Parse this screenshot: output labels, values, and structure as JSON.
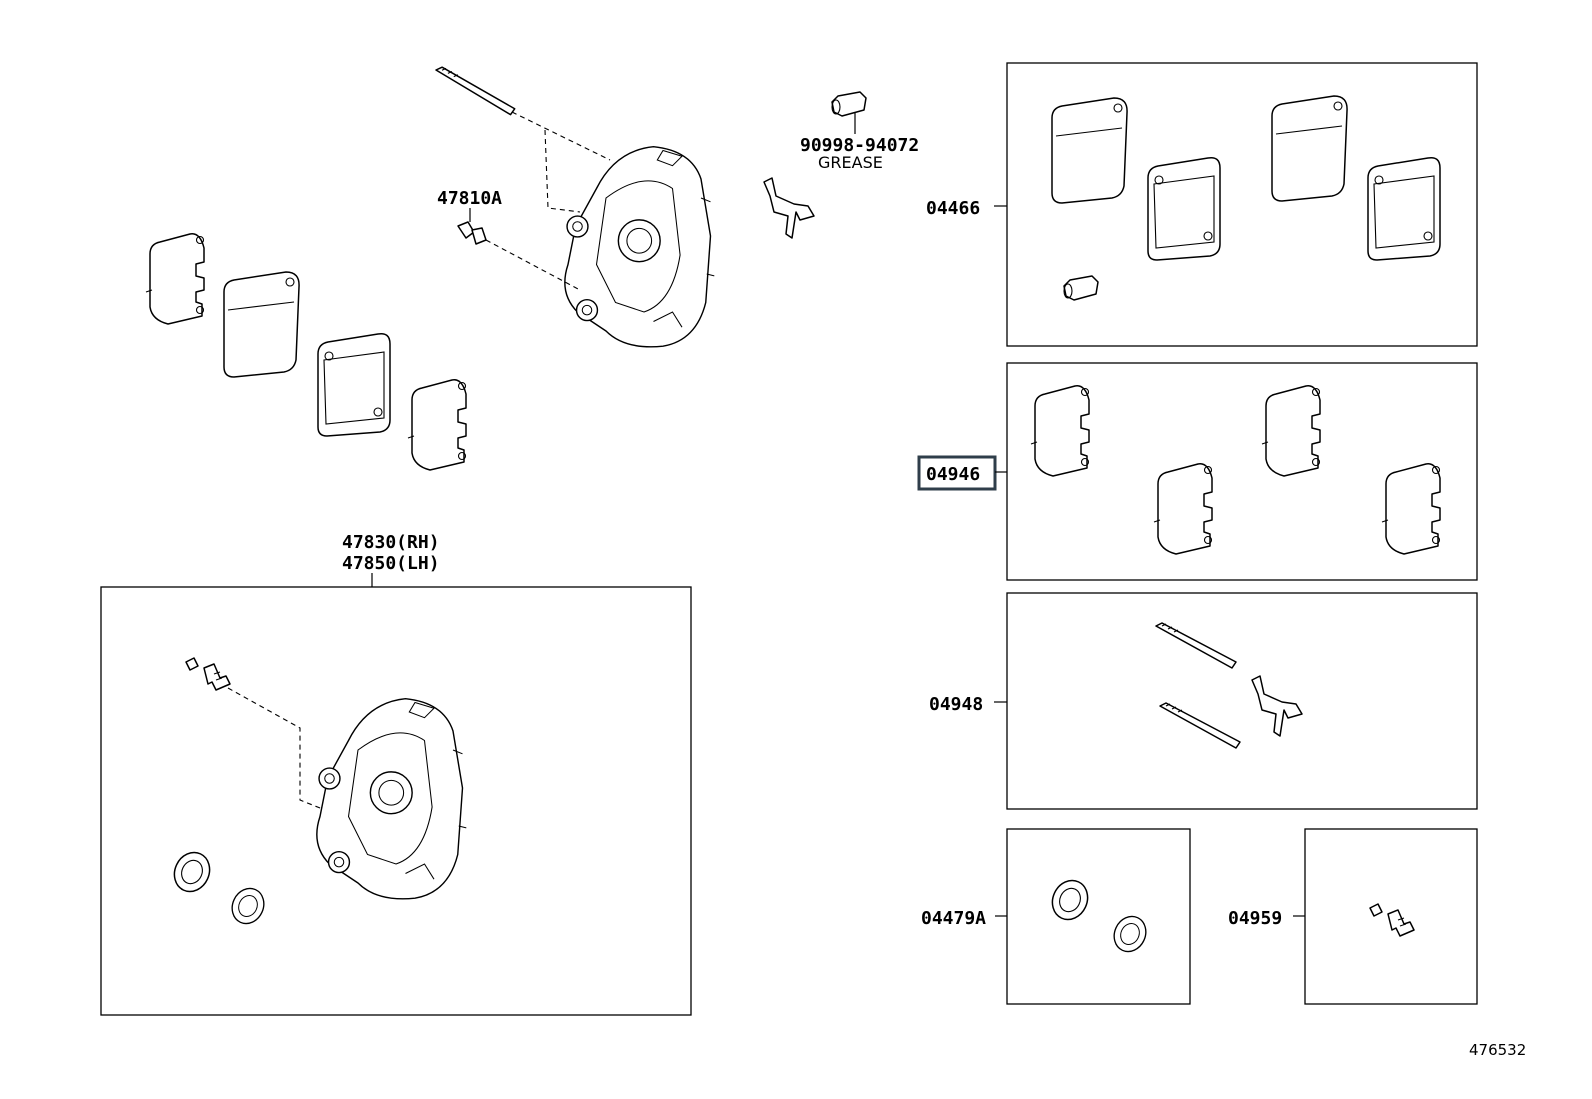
{
  "labels": {
    "grease_part": "90998-94072",
    "grease_note": "GREASE",
    "bolt": "47810A",
    "caliper_rh": "47830(RH)",
    "caliper_lh": "47850(LH)",
    "kit_pads": "04466",
    "kit_shims": "04946",
    "kit_pins": "04948",
    "kit_seals": "04479A",
    "kit_bleeder": "04959"
  },
  "highlighted": "04946",
  "diagram_ref": "476532"
}
